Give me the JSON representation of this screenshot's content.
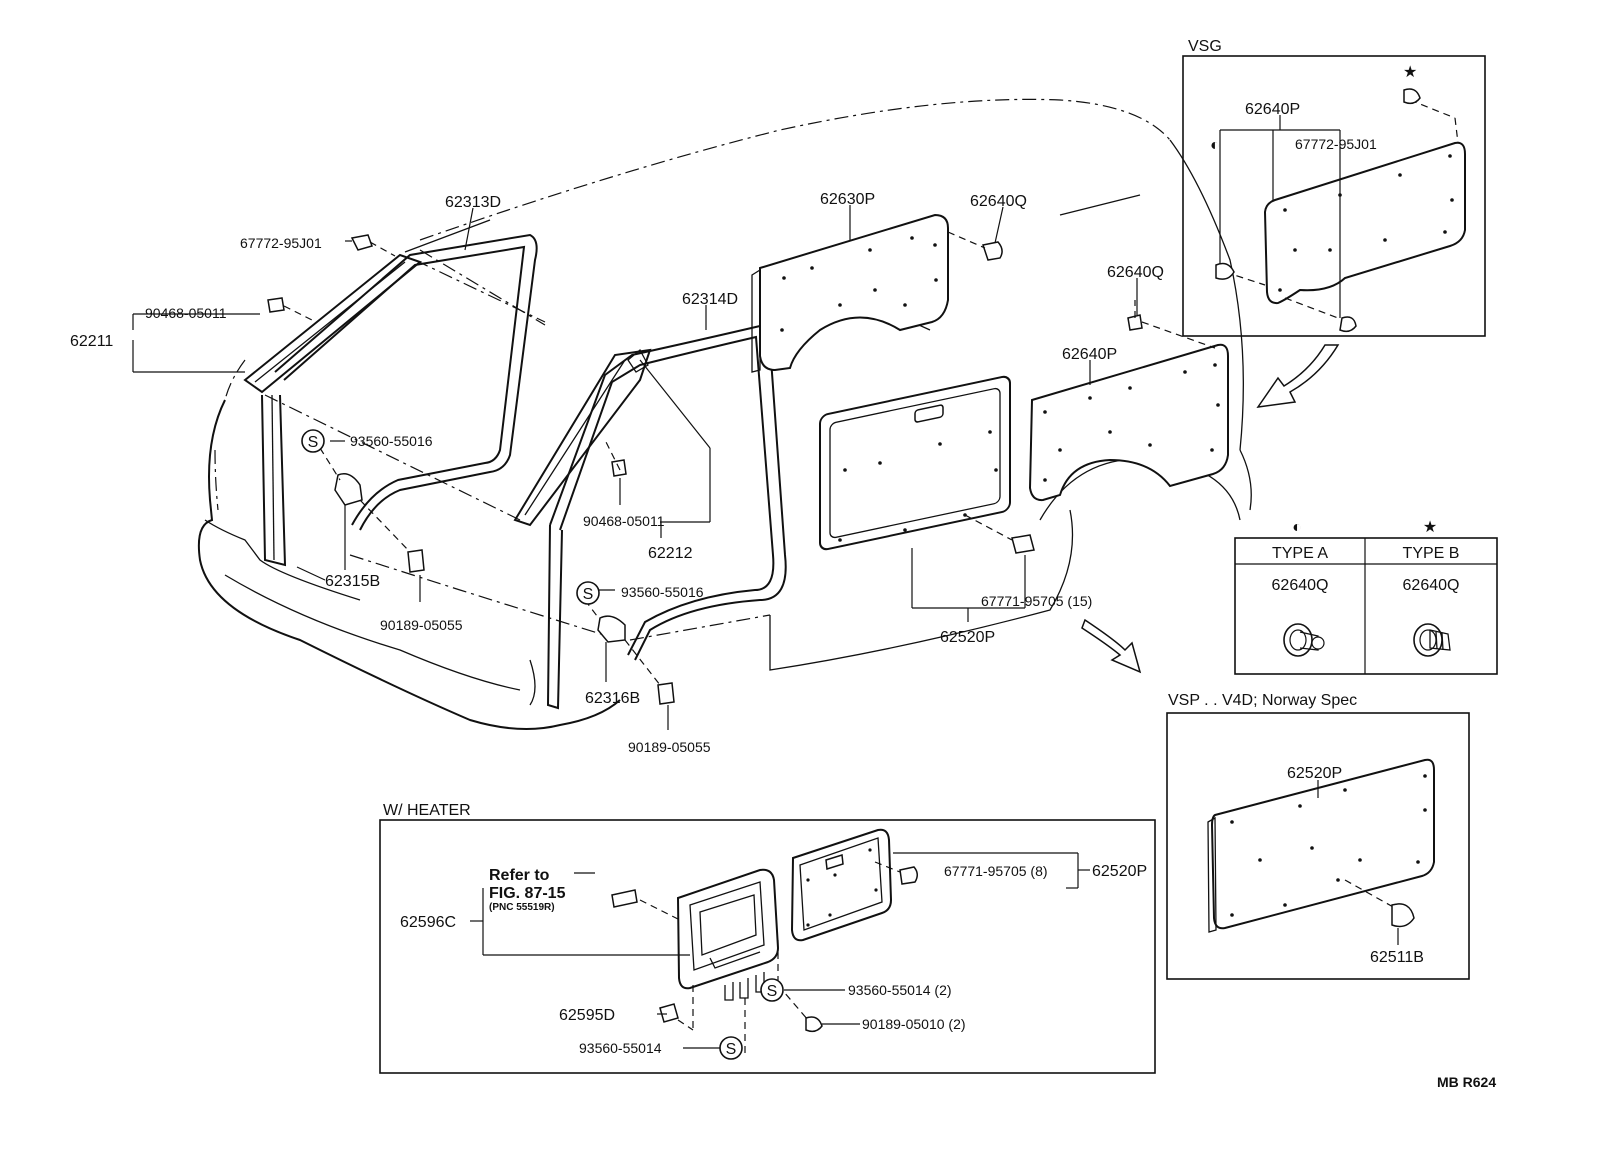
{
  "labels": {
    "p62313D": "62313D",
    "p67772_top": "67772-95J01",
    "p90468_top": "90468-05011",
    "p62211": "62211",
    "p93560_16a": "93560-55016",
    "p62315B": "62315B",
    "p90189_055a": "90189-05055",
    "p62314D": "62314D",
    "p90468_mid": "90468-05011",
    "p62212": "62212",
    "p93560_16b": "93560-55016",
    "p62316B": "62316B",
    "p90189_055b": "90189-05055",
    "p62630P": "62630P",
    "p62640Q_a": "62640Q",
    "p62640Q_b": "62640Q",
    "p62640P": "62640P",
    "p67771_15": "67771-95705 (15)",
    "p62520P_main": "62520P",
    "mark_s": "S"
  },
  "vsg": {
    "title": "VSG",
    "p62640P": "62640P",
    "p67772": "67772-95J01",
    "symbol_half": "◐",
    "symbol_star": "★"
  },
  "types_table": {
    "symbol_a": "◐",
    "symbol_b": "★",
    "type_a": "TYPE  A",
    "type_b": "TYPE  B",
    "part_a": "62640Q",
    "part_b": "62640Q"
  },
  "vsp": {
    "title": "VSP . . V4D; Norway Spec",
    "p62520P": "62520P",
    "p62511B": "62511B"
  },
  "heater": {
    "title": "W/ HEATER",
    "refer_line1": "Refer to",
    "refer_line2": "FIG. 87-15",
    "refer_line3": "(PNC 55519R)",
    "p62596C": "62596C",
    "p67771_8": "67771-95705 (8)",
    "p62520P": "62520P",
    "p93560_14_2": "93560-55014 (2)",
    "p90189_010_2": "90189-05010 (2)",
    "p62595D": "62595D",
    "p93560_14": "93560-55014"
  },
  "footer": {
    "code": "MB  R624"
  }
}
